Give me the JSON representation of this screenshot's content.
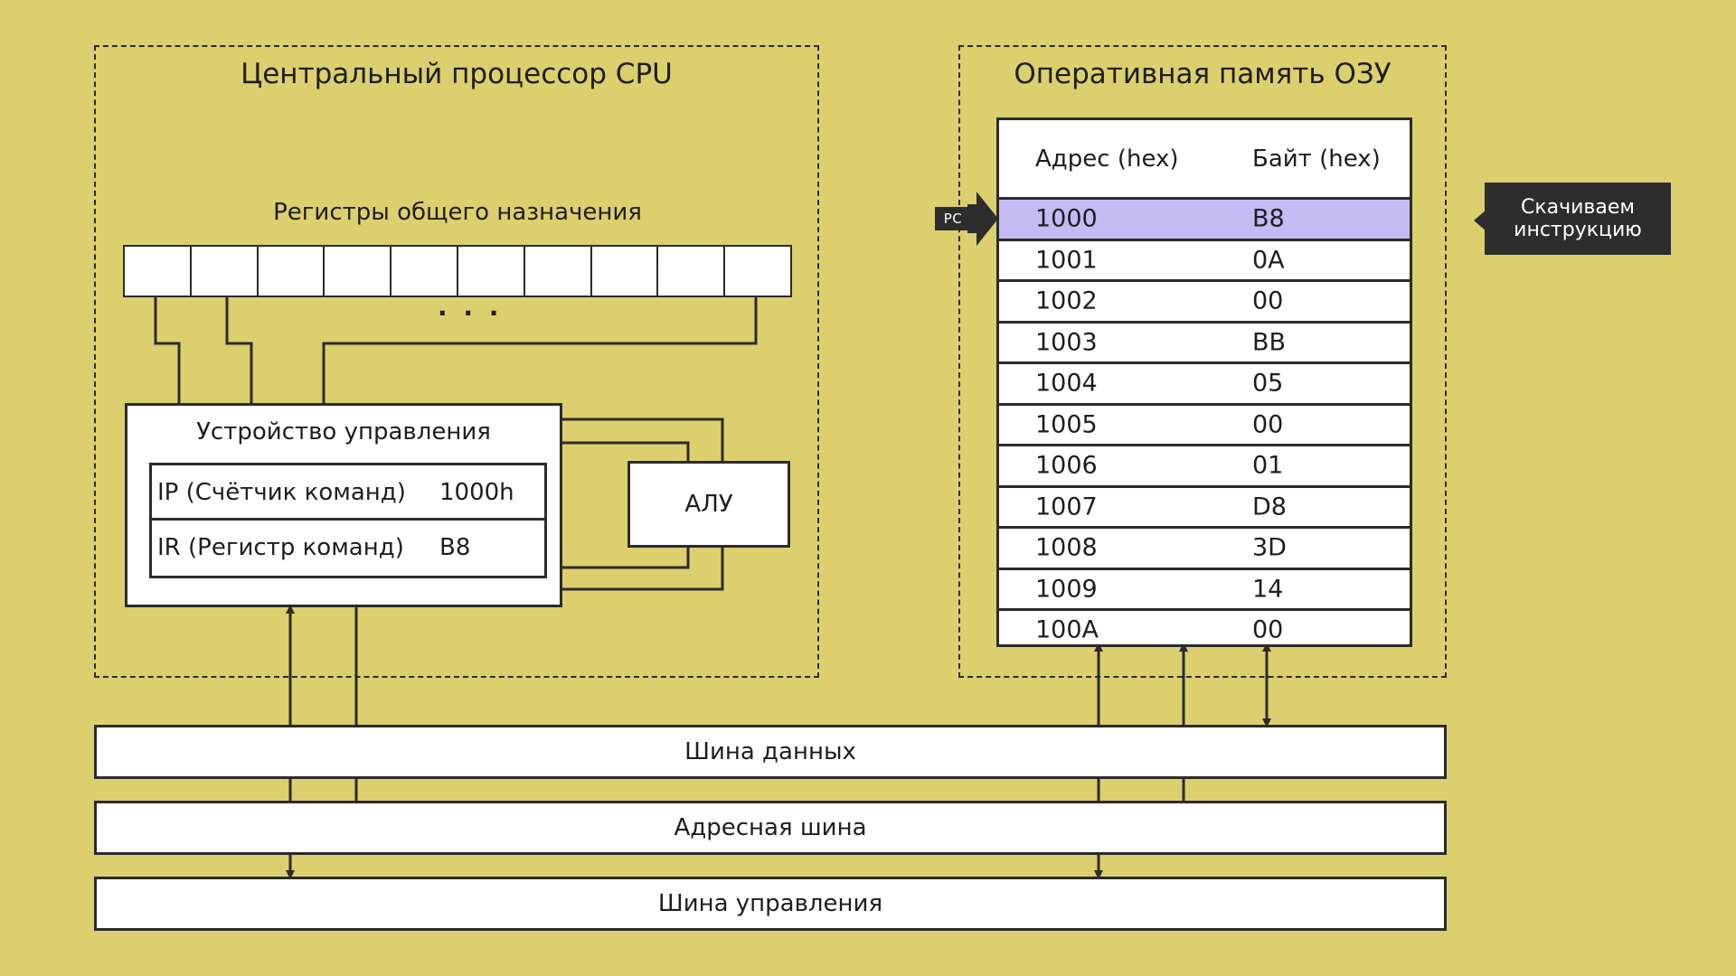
{
  "cpu": {
    "title": "Центральный процессор CPU",
    "registers_title": "Регистры общего назначения",
    "register_count": 10,
    "ellipsis": "· · ·",
    "control_unit": {
      "title": "Устройство управления",
      "ip_label": "IP (Счётчик команд)",
      "ip_value": "1000h",
      "ir_label": "IR (Регистр команд)",
      "ir_value": "B8"
    },
    "alu_label": "АЛУ"
  },
  "memory": {
    "title": "Оперативная память  ОЗУ",
    "header_addr": "Адрес (hex)",
    "header_byte": "Байт (hex)",
    "highlight_color": "#c5bbf4",
    "rows": [
      {
        "addr": "1000",
        "byte": "B8",
        "highlight": true
      },
      {
        "addr": "1001",
        "byte": "0A"
      },
      {
        "addr": "1002",
        "byte": "00"
      },
      {
        "addr": "1003",
        "byte": "BB"
      },
      {
        "addr": "1004",
        "byte": "05"
      },
      {
        "addr": "1005",
        "byte": "00"
      },
      {
        "addr": "1006",
        "byte": "01"
      },
      {
        "addr": "1007",
        "byte": "D8"
      },
      {
        "addr": "1008",
        "byte": "3D"
      },
      {
        "addr": "1009",
        "byte": "14"
      },
      {
        "addr": "100A",
        "byte": "00"
      }
    ]
  },
  "pc_pointer": {
    "label": "PC"
  },
  "tooltip": {
    "line1": "Скачиваем",
    "line2": "инструкцию"
  },
  "buses": {
    "data": "Шина данных",
    "address": "Адресная шина",
    "control": "Шина управления"
  },
  "colors": {
    "background": "#dccf6e",
    "line": "#2b2b2b",
    "tooltip": "#2d2d2d"
  }
}
